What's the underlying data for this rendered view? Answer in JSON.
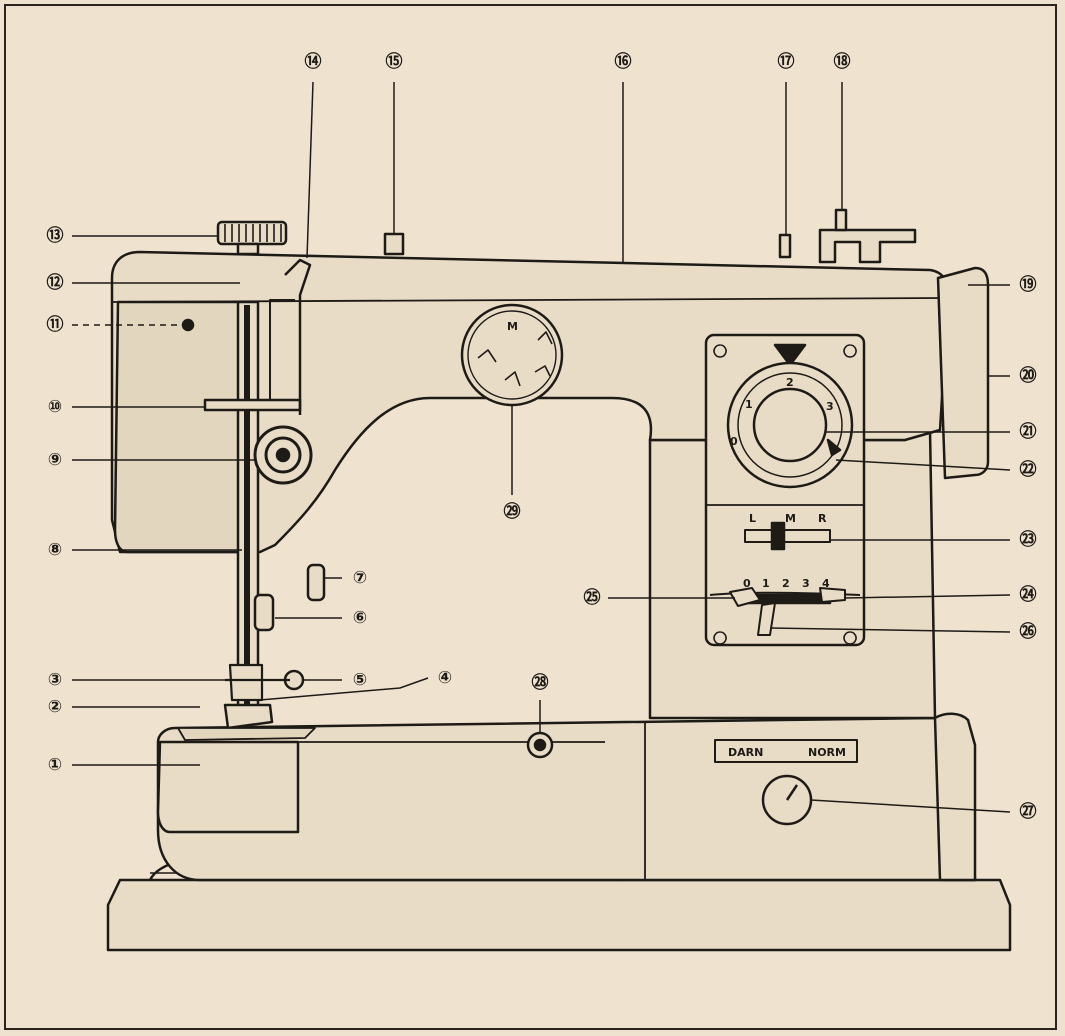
{
  "callouts": [
    {
      "id": "1",
      "label": "①"
    },
    {
      "id": "2",
      "label": "②"
    },
    {
      "id": "3",
      "label": "③"
    },
    {
      "id": "4",
      "label": "④"
    },
    {
      "id": "5",
      "label": "⑤"
    },
    {
      "id": "6",
      "label": "⑥"
    },
    {
      "id": "7",
      "label": "⑦"
    },
    {
      "id": "8",
      "label": "⑧"
    },
    {
      "id": "9",
      "label": "⑨"
    },
    {
      "id": "10",
      "label": "⑩"
    },
    {
      "id": "11",
      "label": "⑪"
    },
    {
      "id": "12",
      "label": "⑫"
    },
    {
      "id": "13",
      "label": "⑬"
    },
    {
      "id": "14",
      "label": "⑭"
    },
    {
      "id": "15",
      "label": "⑮"
    },
    {
      "id": "16",
      "label": "⑯"
    },
    {
      "id": "17",
      "label": "⑰"
    },
    {
      "id": "18",
      "label": "⑱"
    },
    {
      "id": "19",
      "label": "⑲"
    },
    {
      "id": "20",
      "label": "⑳"
    },
    {
      "id": "21",
      "label": "㉑"
    },
    {
      "id": "22",
      "label": "㉒"
    },
    {
      "id": "23",
      "label": "㉓"
    },
    {
      "id": "24",
      "label": "㉔"
    },
    {
      "id": "25",
      "label": "㉕"
    },
    {
      "id": "26",
      "label": "㉖"
    },
    {
      "id": "27",
      "label": "㉗"
    },
    {
      "id": "28",
      "label": "㉘"
    },
    {
      "id": "29",
      "label": "㉙"
    }
  ],
  "machine": {
    "panel_labels": {
      "darn": "DARN",
      "norm": "NORM"
    },
    "position_letters": [
      "L",
      "M",
      "R"
    ],
    "length_scale": [
      "0",
      "1",
      "2",
      "3",
      "4"
    ],
    "width_dial_numbers": [
      "1",
      "2",
      "3"
    ],
    "width_dial_zero": "0",
    "disc_letter": "M"
  }
}
